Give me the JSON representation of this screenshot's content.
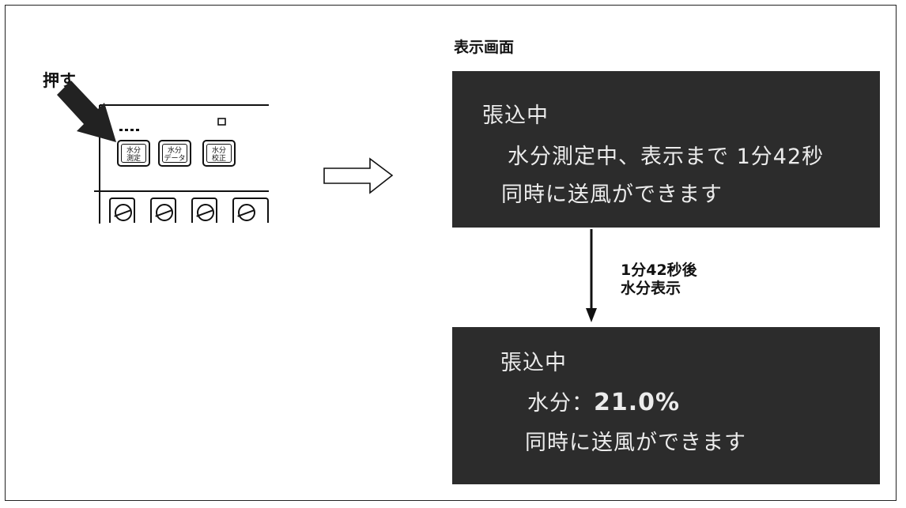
{
  "push_label": "押す",
  "screen_heading": "表示画面",
  "panel_buttons": [
    "水分\n測定",
    "水分\nデータ",
    "水分\n校正"
  ],
  "screen_before": {
    "title": "張込中",
    "line1": "水分測定中、表示まで 1分42秒",
    "line2": "同時に送風ができます"
  },
  "transition_label": "1分42秒後\n水分表示",
  "screen_after": {
    "title": "張込中",
    "moisture_label": "水分：",
    "moisture_value": "21.0%",
    "line2": "同時に送風ができます"
  },
  "colors": {
    "screen_background": "#2c2c2c",
    "screen_text": "#ececec",
    "ink": "#111111"
  }
}
